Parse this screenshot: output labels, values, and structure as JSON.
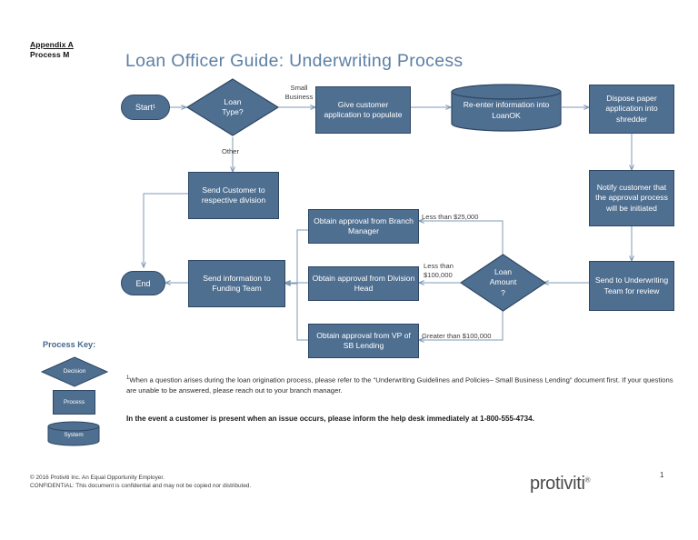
{
  "header": {
    "appendix_line1": "Appendix A",
    "appendix_line2": "Process M",
    "title": "Loan Officer Guide: Underwriting Process"
  },
  "colors": {
    "shape_fill": "#4f6f91",
    "shape_border": "#2e4764",
    "title_blue": "#5d7fa6",
    "connector": "#7f9ab5",
    "text_on_shape": "#ffffff"
  },
  "flow": {
    "nodes": [
      {
        "id": "start",
        "type": "terminator",
        "label": "Start¹"
      },
      {
        "id": "loan-type",
        "type": "decision",
        "label": "Loan\nType?"
      },
      {
        "id": "give-app",
        "type": "process",
        "label": "Give customer application to populate"
      },
      {
        "id": "re-enter",
        "type": "system",
        "label": "Re-enter information into LoanOK"
      },
      {
        "id": "dispose",
        "type": "process",
        "label": "Dispose paper application into shredder"
      },
      {
        "id": "notify",
        "type": "process",
        "label": "Notify customer that the approval process will be initiated"
      },
      {
        "id": "send-uw",
        "type": "process",
        "label": "Send to Underwriting Team for review"
      },
      {
        "id": "loan-amount",
        "type": "decision",
        "label": "Loan\nAmount\n?"
      },
      {
        "id": "branch-mgr",
        "type": "process",
        "label": "Obtain approval from Branch Manager"
      },
      {
        "id": "division",
        "type": "process",
        "label": "Obtain approval from Division Head"
      },
      {
        "id": "vp-sb",
        "type": "process",
        "label": "Obtain approval from VP of SB Lending"
      },
      {
        "id": "send-funding",
        "type": "process",
        "label": "Send information to Funding Team"
      },
      {
        "id": "send-customer",
        "type": "process",
        "label": "Send Customer to respective division"
      },
      {
        "id": "end",
        "type": "terminator",
        "label": "End"
      }
    ],
    "edge_labels": {
      "small_business": "Small\nBusiness",
      "other": "Other",
      "less_25k": "Less than $25,000",
      "less_100k": "Less than\n$100,000",
      "greater_100k": "Greater than $100,000"
    }
  },
  "legend": {
    "title": "Process Key:",
    "items": [
      {
        "shape": "decision",
        "label": "Decision"
      },
      {
        "shape": "process",
        "label": "Process"
      },
      {
        "shape": "system",
        "label": "System"
      }
    ]
  },
  "footnotes": {
    "note_marker": "1",
    "note_text": "When a question arises during the loan origination process, please refer to the “Underwriting Guidelines and Policies– Small Business Lending” document first.  If your questions are unable to be answered, please reach out to your branch manager.",
    "alert_text": "In the event a customer is present when an issue occurs, please inform the help desk immediately at 1-800-555-4734."
  },
  "footer": {
    "copyright": "© 2016 Protiviti Inc. An Equal Opportunity Employer.",
    "confidential": "CONFIDENTIAL: This document is confidential and may not be copied nor distributed.",
    "logo": "protiviti",
    "logo_mark": "®",
    "page_number": "1"
  }
}
